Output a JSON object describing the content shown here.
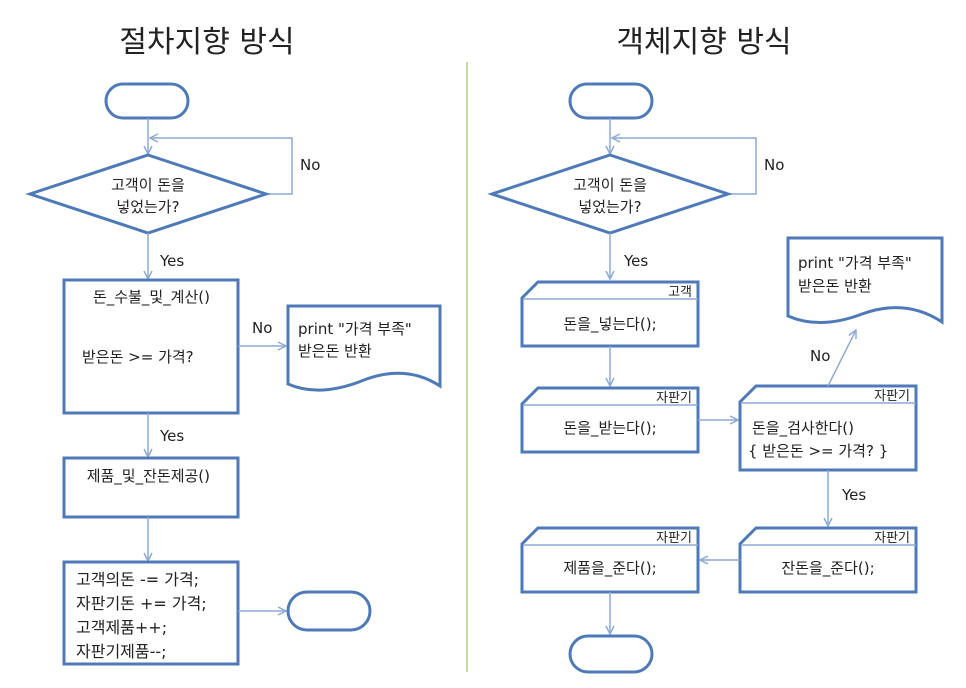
{
  "left": {
    "title": "절차지향 방식",
    "decision": {
      "line1": "고객이 돈을",
      "line2": "넣었는가?"
    },
    "no_label_1": "No",
    "yes_label_1": "Yes",
    "process1": {
      "header": "돈_수불_및_계산()",
      "body": "받은돈 >= 가격?"
    },
    "no_label_2": "No",
    "doc": {
      "line1": "print \"가격 부족\"",
      "line2": "받은돈 반환"
    },
    "yes_label_2": "Yes",
    "process2": {
      "text": "제품_및_잔돈제공()"
    },
    "process3": {
      "lines": [
        "고객의돈 -= 가격;",
        "자판기돈 += 가격;",
        "고객제품++;",
        "자판기제품--;"
      ]
    }
  },
  "right": {
    "title": "객체지향 방식",
    "decision": {
      "line1": "고객이 돈을",
      "line2": "넣었는가?"
    },
    "no_label_1": "No",
    "yes_label_1": "Yes",
    "box_customer": {
      "tag": "고객",
      "text": "돈을_넣는다();"
    },
    "box_receive": {
      "tag": "자판기",
      "text": "돈을_받는다();"
    },
    "box_check": {
      "tag": "자판기",
      "line1": "돈을_검사한다()",
      "line2": "{ 받은돈 >= 가격? }"
    },
    "no_label_2": "No",
    "doc": {
      "line1": "print \"가격 부족\"",
      "line2": "받은돈 반환"
    },
    "yes_label_2": "Yes",
    "box_change": {
      "tag": "자판기",
      "text": "잔돈을_준다();"
    },
    "box_product": {
      "tag": "자판기",
      "text": "제품을_준다();"
    }
  }
}
